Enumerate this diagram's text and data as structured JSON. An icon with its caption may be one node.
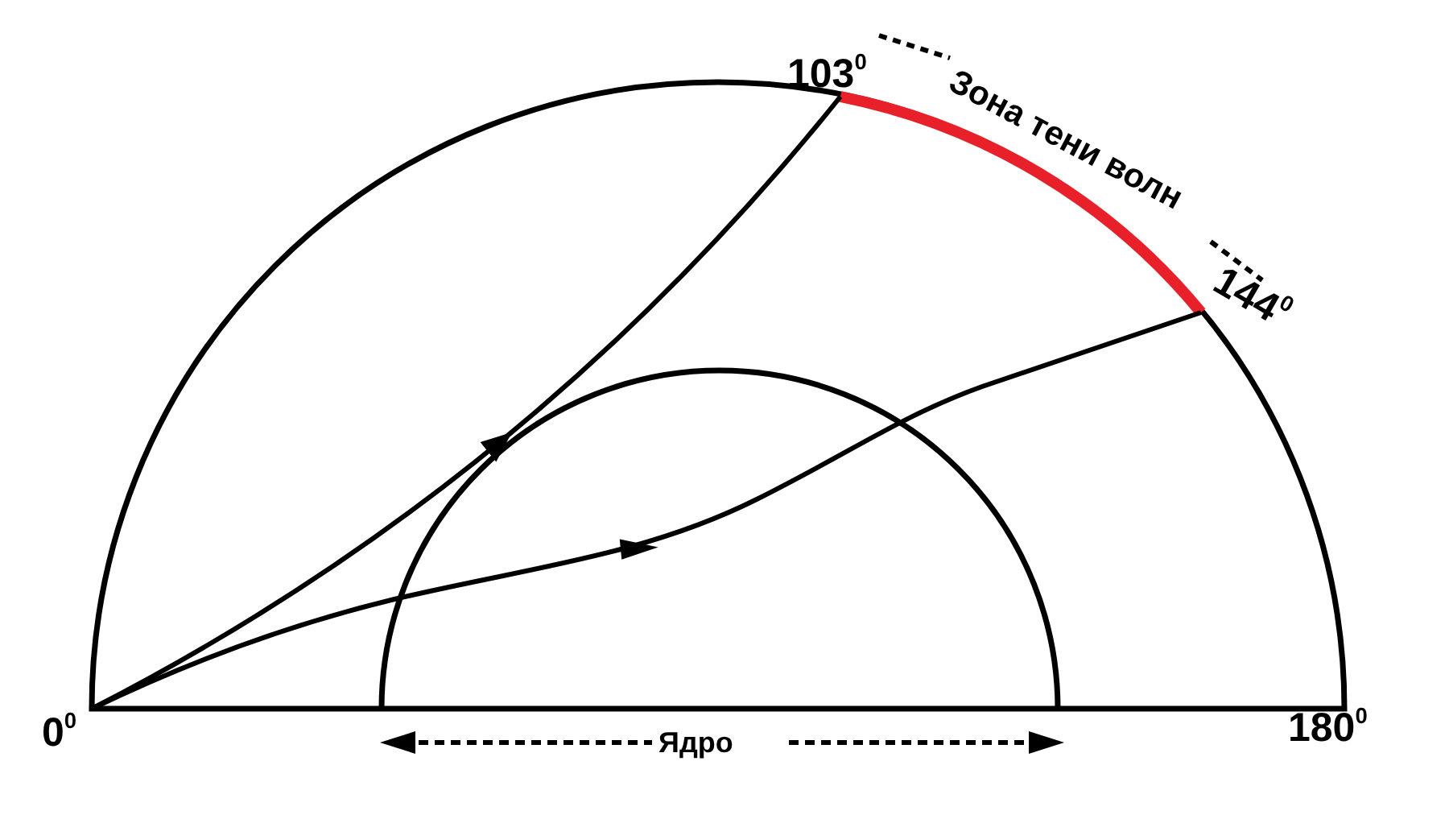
{
  "diagram": {
    "labels": [
      "103$^{0}$",
      "Зона тени волн",
      "144$^{0}$",
      "0$^{0}$",
      "180$^{0}$",
      "Ядро"
    ]
  }
}
